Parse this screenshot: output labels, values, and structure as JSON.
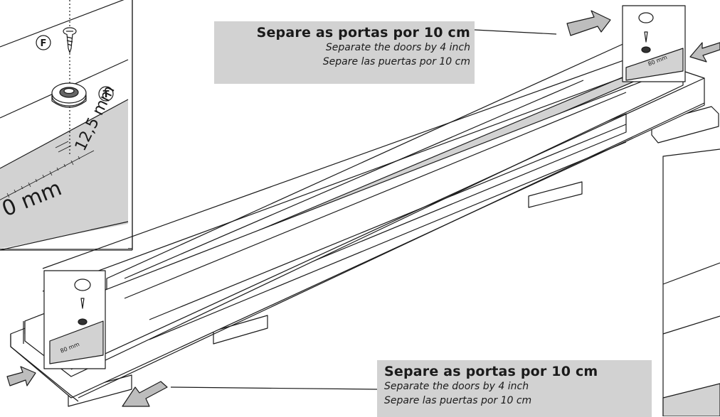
{
  "detail": {
    "screw_label": "F",
    "cap_label": "T",
    "ruler_measure": "12,5 mm",
    "ruler_length": "0 mm",
    "small_ruler_length": "80 mm"
  },
  "callouts": {
    "top": {
      "main": "Separe as portas por 10 cm",
      "sub_en": "Separate the doors by 4 inch",
      "sub_es": "Separe las puertas por 10 cm"
    },
    "bottom": {
      "main": "Separe as portas por 10 cm",
      "sub_en": "Separate the doors by 4 inch",
      "sub_es": "Separe las puertas por 10 cm"
    }
  },
  "colors": {
    "line": "#1a1a1a",
    "shade": "#d2d2d2",
    "arrow": "#bdbdbd",
    "background": "#ffffff"
  }
}
